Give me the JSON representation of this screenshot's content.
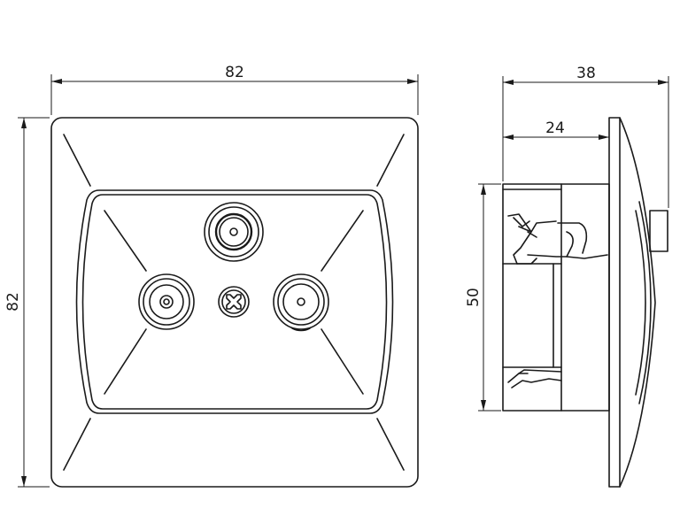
{
  "dimensions": {
    "front_width": "82",
    "front_height": "82",
    "side_depth_total": "38",
    "side_depth_box": "24",
    "side_box_height": "50"
  },
  "colors": {
    "line": "#1a1a1a",
    "background": "#ffffff"
  }
}
